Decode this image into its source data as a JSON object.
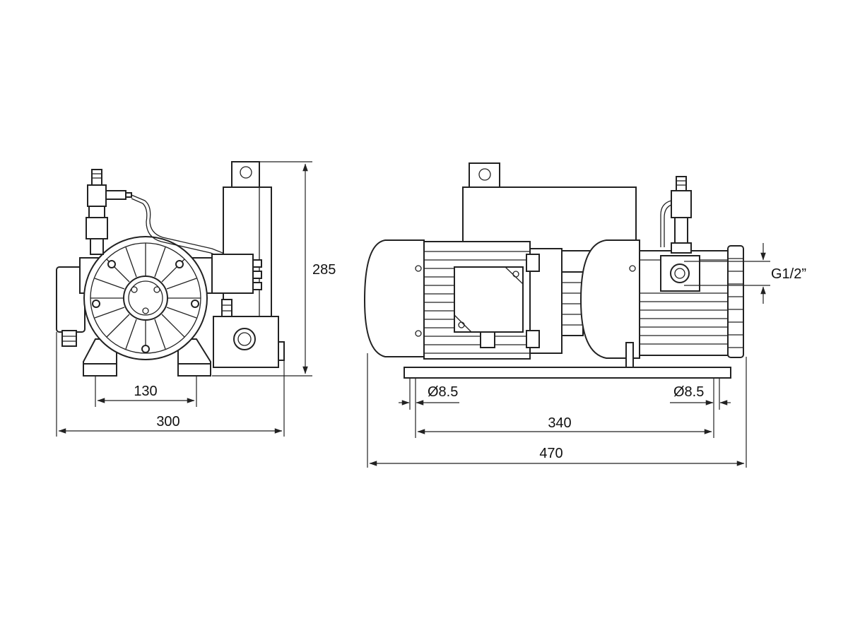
{
  "dimensions": {
    "side_height": "285",
    "foot_spacing": "130",
    "side_width": "300",
    "hole_left": "Ø8.5",
    "hole_right": "Ø8.5",
    "front_spacing": "340",
    "front_width": "470",
    "port_thread": "G1/2”"
  }
}
